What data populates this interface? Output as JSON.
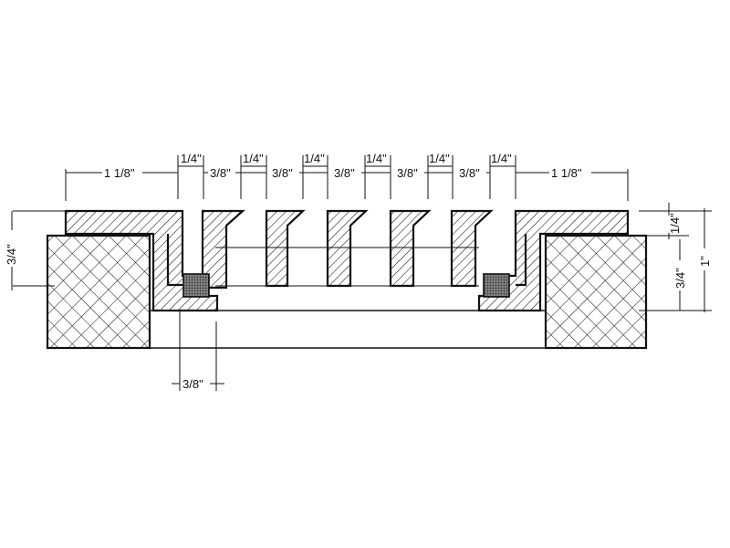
{
  "drawing": {
    "horizontal_dimensions": {
      "top_row": [
        "1/4\"",
        "1/4\"",
        "1/4\"",
        "1/4\"",
        "1/4\"",
        "1/4\""
      ],
      "bottom_row": [
        "1 1/8\"",
        "3/8\"",
        "3/8\"",
        "3/8\"",
        "3/8\"",
        "3/8\"",
        "1 1/8\""
      ],
      "below": "3/8\""
    },
    "vertical_dimensions": {
      "left": "3/4\"",
      "right_inner_top": "1/4\"",
      "right_inner_bottom": "3/4\"",
      "right_outer": "1\""
    },
    "colors": {
      "line": "#111111",
      "background": "#ffffff",
      "gasket": "#666666"
    }
  }
}
